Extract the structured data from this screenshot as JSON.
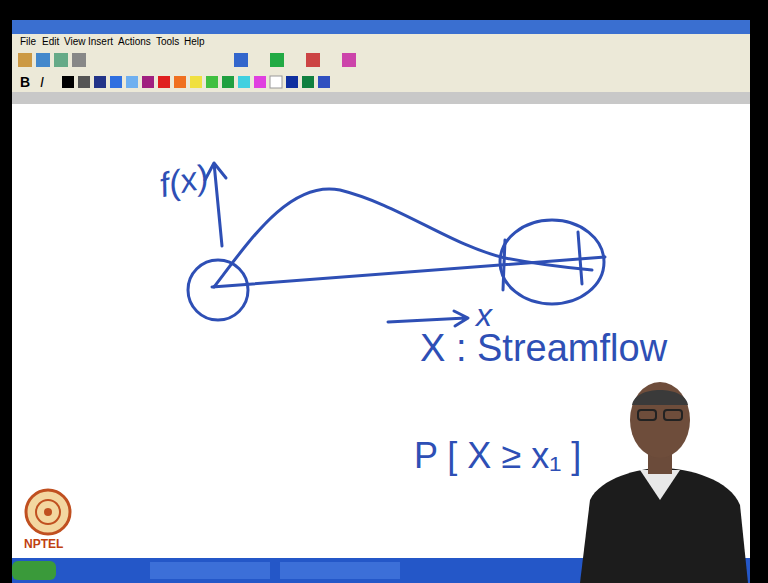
{
  "diagram": {
    "labels": [
      "File",
      "Edit",
      "View",
      "Insert",
      "Actions",
      "Tools",
      "Help",
      "B",
      "I",
      "f(x)",
      "x",
      "X : Streamflow",
      "P [ X ≥ x₁ ]",
      "NPTEL"
    ]
  }
}
